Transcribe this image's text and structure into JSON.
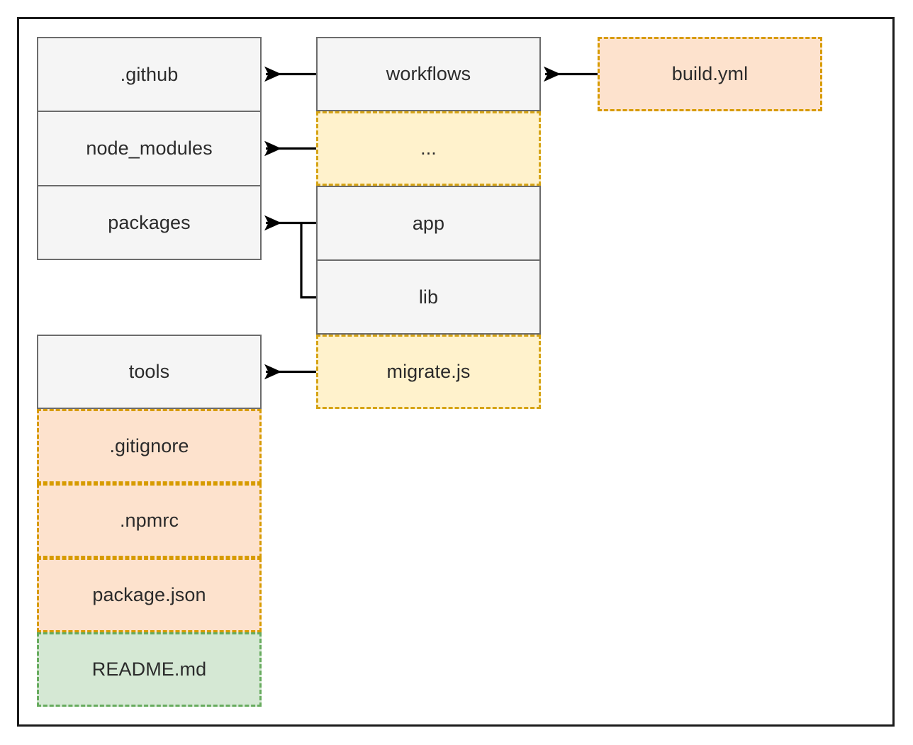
{
  "diagram": {
    "title": "repository folder structure",
    "type": "tree-diagram",
    "colors": {
      "folder_fill": "#f5f5f5",
      "folder_border": "#6b6b6b",
      "cream_fill": "#fff2cc",
      "orange_border": "#d6a416",
      "peach_fill": "#fde2cd",
      "peach_border": "#d79b00",
      "green_fill": "#d5e8d4",
      "green_border": "#67ab5e",
      "frame_border": "#1a1a1a",
      "text": "#2b2b2b",
      "connector": "#000000"
    },
    "columns": {
      "root": {
        "name": "root-column",
        "groups": [
          {
            "name": "root-folders-group",
            "items": [
              {
                "label": ".github",
                "style": "folder"
              },
              {
                "label": "node_modules",
                "style": "folder"
              },
              {
                "label": "packages",
                "style": "folder"
              }
            ]
          },
          {
            "name": "root-files-group",
            "items": [
              {
                "label": "tools",
                "style": "folder"
              },
              {
                "label": ".gitignore",
                "style": "file-peach"
              },
              {
                "label": ".npmrc",
                "style": "file-peach"
              },
              {
                "label": "package.json",
                "style": "file-peach"
              },
              {
                "label": "README.md",
                "style": "file-green"
              }
            ]
          }
        ]
      },
      "middle": {
        "name": "children-column",
        "groups": [
          {
            "name": "children-group",
            "items": [
              {
                "label": "workflows",
                "style": "folder"
              },
              {
                "label": "...",
                "style": "file-cream"
              },
              {
                "label": "app",
                "style": "folder"
              },
              {
                "label": "lib",
                "style": "folder"
              },
              {
                "label": "migrate.js",
                "style": "file-cream"
              }
            ]
          }
        ]
      },
      "right": {
        "name": "leaf-column",
        "groups": [
          {
            "name": "leaf-group",
            "items": [
              {
                "label": "build.yml",
                "style": "file-peach"
              }
            ]
          }
        ]
      }
    },
    "edges": [
      {
        "from": "workflows",
        "to": ".github",
        "arrow": "left"
      },
      {
        "from": "...",
        "to": "node_modules",
        "arrow": "left"
      },
      {
        "from": "app",
        "to": "packages",
        "arrow": "left"
      },
      {
        "from": "lib",
        "to": "packages",
        "arrow": "left"
      },
      {
        "from": "migrate.js",
        "to": "tools",
        "arrow": "left"
      },
      {
        "from": "build.yml",
        "to": "workflows",
        "arrow": "left"
      }
    ]
  }
}
